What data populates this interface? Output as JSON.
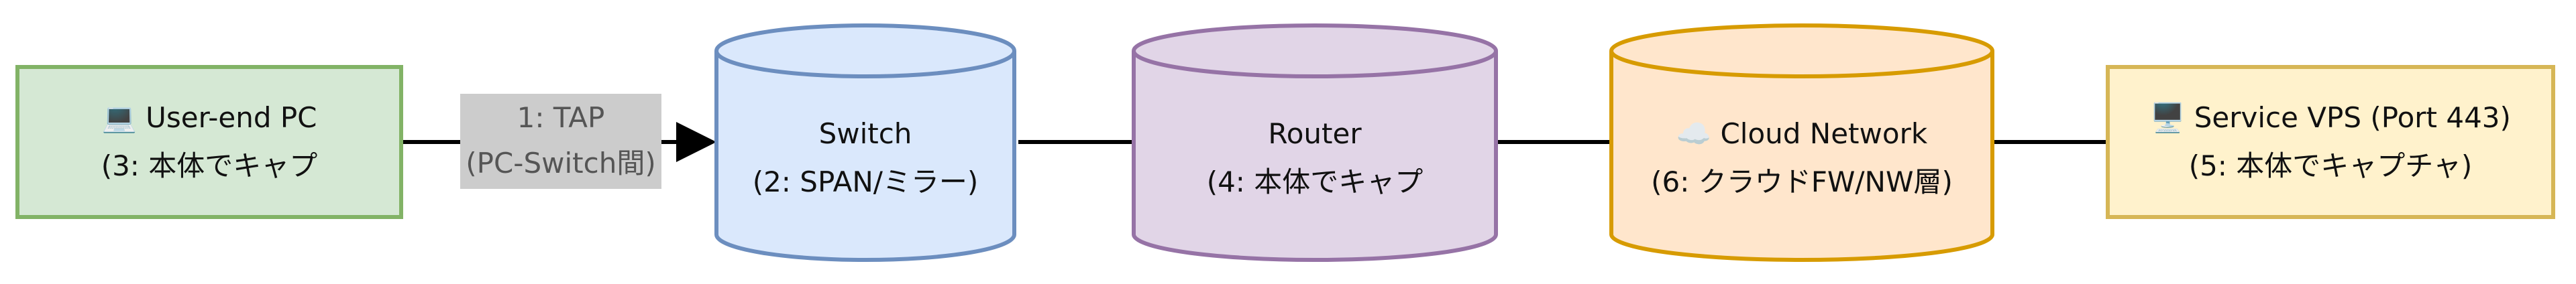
{
  "nodes": {
    "pc": {
      "line1": "💻 User-end PC",
      "line2": "(3: 本体でキャプ",
      "fill": "#d5e8d4",
      "stroke": "#82b366"
    },
    "switch": {
      "line1": "Switch",
      "line2": "(2: SPAN/ミラー)",
      "fill": "#dae8fc",
      "stroke": "#6c8ebf"
    },
    "router": {
      "line1": "Router",
      "line2": "(4: 本体でキャプ",
      "fill": "#e1d5e7",
      "stroke": "#9673a6"
    },
    "cloud": {
      "line1": "☁️ Cloud Network",
      "line2": "(6: クラウドFW/NW層)",
      "fill": "#ffe6cc",
      "stroke": "#d79b00"
    },
    "vps": {
      "line1": "🖥️ Service VPS (Port 443)",
      "line2": "(5: 本体でキャプチャ)",
      "fill": "#fff2cc",
      "stroke": "#d6b656"
    }
  },
  "tap": {
    "line1": "1: TAP",
    "line2": "(PC-Switch間)",
    "fill": "#cccccc"
  },
  "edge_color": "#000000"
}
